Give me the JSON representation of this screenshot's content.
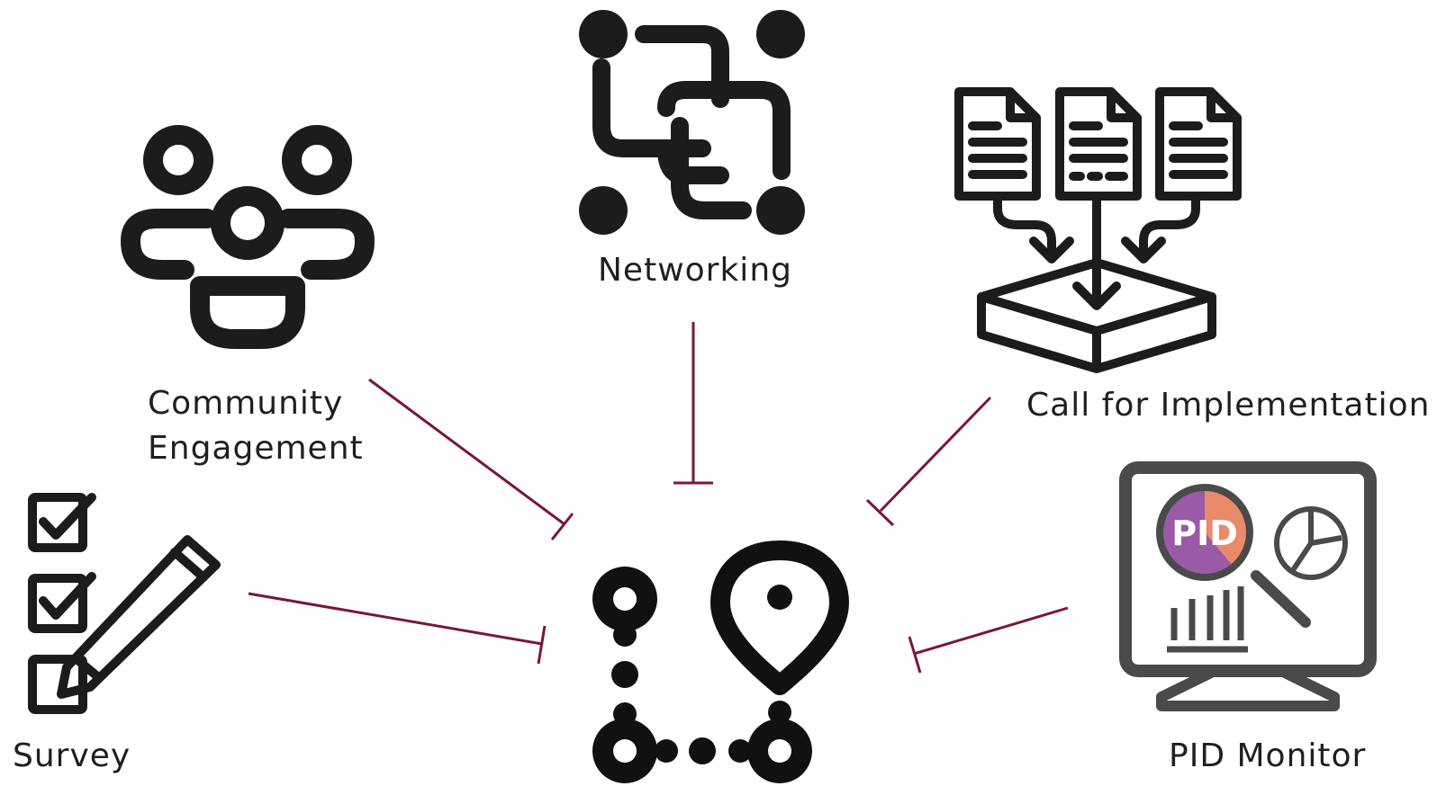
{
  "nodes": {
    "community": {
      "label_line1": "Community",
      "label_line2": "Engagement",
      "icon": "people-group-icon"
    },
    "networking": {
      "label": "Networking",
      "icon": "network-links-icon"
    },
    "call": {
      "label": "Call for Implementation",
      "icon": "documents-into-tray-icon"
    },
    "survey": {
      "label": "Survey",
      "icon": "checklist-pencil-icon"
    },
    "monitor": {
      "label": "PID Monitor",
      "icon": "monitor-analytics-icon",
      "badge": "PID"
    },
    "center": {
      "icon": "pid-graph-location-icon"
    }
  },
  "colors": {
    "arrow": "#7a1440",
    "icon": "#1c1c1c"
  }
}
